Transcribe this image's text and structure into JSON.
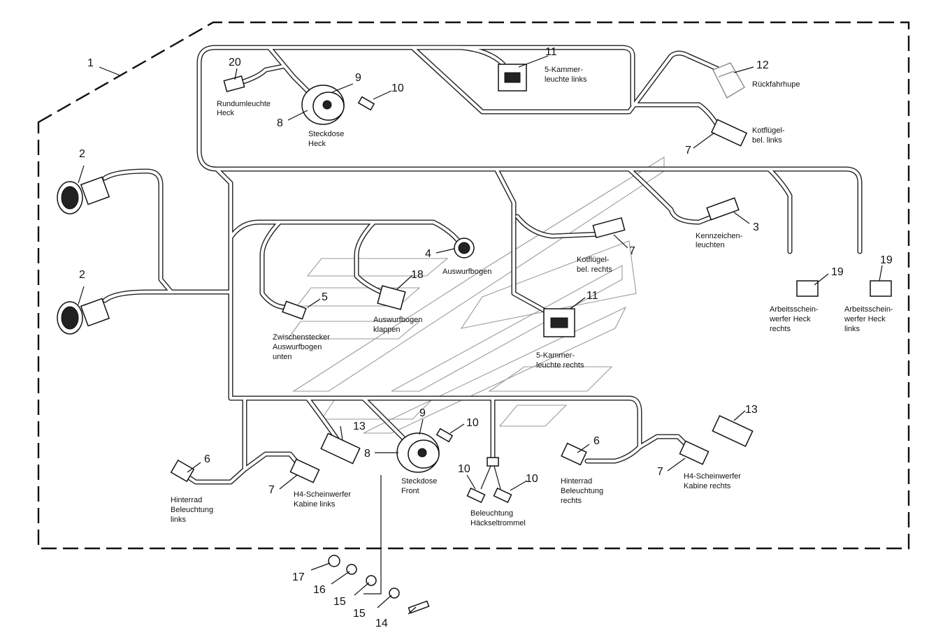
{
  "labels": {
    "n1": "1",
    "n2a": "2",
    "n2b": "2",
    "n3": "3",
    "n4": "4",
    "n5": "5",
    "n6a": "6",
    "n6b": "6",
    "n7a": "7",
    "n7b": "7",
    "n7c": "7",
    "n7d": "7",
    "n8a": "8",
    "n8b": "8",
    "n9a": "9",
    "n9b": "9",
    "n10a": "10",
    "n10b": "10",
    "n10c": "10",
    "n10d": "10",
    "n11a": "11",
    "n11b": "11",
    "n12": "12",
    "n13a": "13",
    "n13b": "13",
    "n14": "14",
    "n15a": "15",
    "n15b": "15",
    "n16": "16",
    "n17": "17",
    "n18": "18",
    "n19a": "19",
    "n19b": "19",
    "n20": "20"
  },
  "captions": {
    "rundum_1": "Rundumleuchte",
    "rundum_2": "Heck",
    "steckdose_heck_1": "Steckdose",
    "steckdose_heck_2": "Heck",
    "kammer_links_1": "5-Kammer-",
    "kammer_links_2": "leuchte links",
    "rueckfahrhupe": "Rückfahrhupe",
    "kotfluegel_links_1": "Kotflügel-",
    "kotfluegel_links_2": "bel. links",
    "kennzeichen_1": "Kennzeichen-",
    "kennzeichen_2": "leuchten",
    "kotfluegel_rechts_1": "Kotflügel-",
    "kotfluegel_rechts_2": "bel. rechts",
    "auswurfbogen": "Auswurfbogen",
    "auswurfbogen_klappen_1": "Auswurfbogen",
    "auswurfbogen_klappen_2": "klappen",
    "zwischenstecker_1": "Zwischenstecker",
    "zwischenstecker_2": "Auswurfbogen",
    "zwischenstecker_3": "unten",
    "kammer_rechts_1": "5-Kammer-",
    "kammer_rechts_2": "leuchte rechts",
    "arbeits_rechts_1": "Arbeitsschein-",
    "arbeits_rechts_2": "werfer Heck",
    "arbeits_rechts_3": "rechts",
    "arbeits_links_1": "Arbeitsschein-",
    "arbeits_links_2": "werfer Heck",
    "arbeits_links_3": "links",
    "hinterrad_links_1": "Hinterrad",
    "hinterrad_links_2": "Beleuchtung",
    "hinterrad_links_3": "links",
    "h4_links_1": "H4-Scheinwerfer",
    "h4_links_2": "Kabine links",
    "steckdose_front_1": "Steckdose",
    "steckdose_front_2": "Front",
    "haeckseltrommel_1": "Beleuchtung",
    "haeckseltrommel_2": "Häckseltrommel",
    "hinterrad_rechts_1": "Hinterrad",
    "hinterrad_rechts_2": "Beleuchtung",
    "hinterrad_rechts_3": "rechts",
    "h4_rechts_1": "H4-Scheinwerfer",
    "h4_rechts_2": "Kabine rechts"
  }
}
